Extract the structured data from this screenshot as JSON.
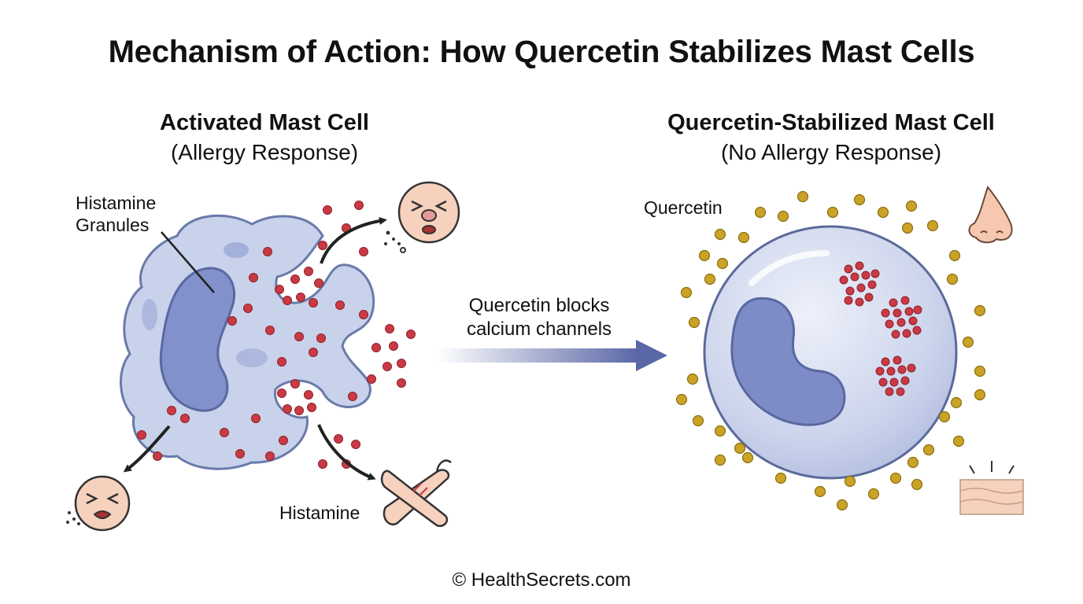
{
  "title": "Mechanism of Action: How Quercetin Stabilizes Mast Cells",
  "left_panel": {
    "heading": "Activated Mast Cell",
    "subheading": "(Allergy Response)",
    "label_granules_line1": "Histamine",
    "label_granules_line2": "Granules",
    "label_histamine": "Histamine"
  },
  "middle": {
    "arrow_label_line1": "Quercetin blocks",
    "arrow_label_line2": "calcium channels"
  },
  "right_panel": {
    "heading": "Quercetin-Stabilized Mast Cell",
    "subheading": "(No Allergy Response)",
    "label_quercetin": "Quercetin"
  },
  "footer": "© HealthSecrets.com",
  "colors": {
    "cell_fill": "#c9d3ea",
    "cell_stroke": "#5b6a9a",
    "nucleus": "#7d8cc6",
    "histamine": "#c93a45",
    "quercetin": "#c9a227",
    "arrow": "#5a67a6",
    "skin": "#f6d1bd"
  },
  "icons": {
    "sneeze_top": "sneezing-face-icon",
    "sneeze_bottom": "sneezing-face-icon",
    "itchy_skin_arms": "itchy-arm-icon",
    "nose": "nose-icon",
    "skin_patch": "skin-patch-icon"
  }
}
